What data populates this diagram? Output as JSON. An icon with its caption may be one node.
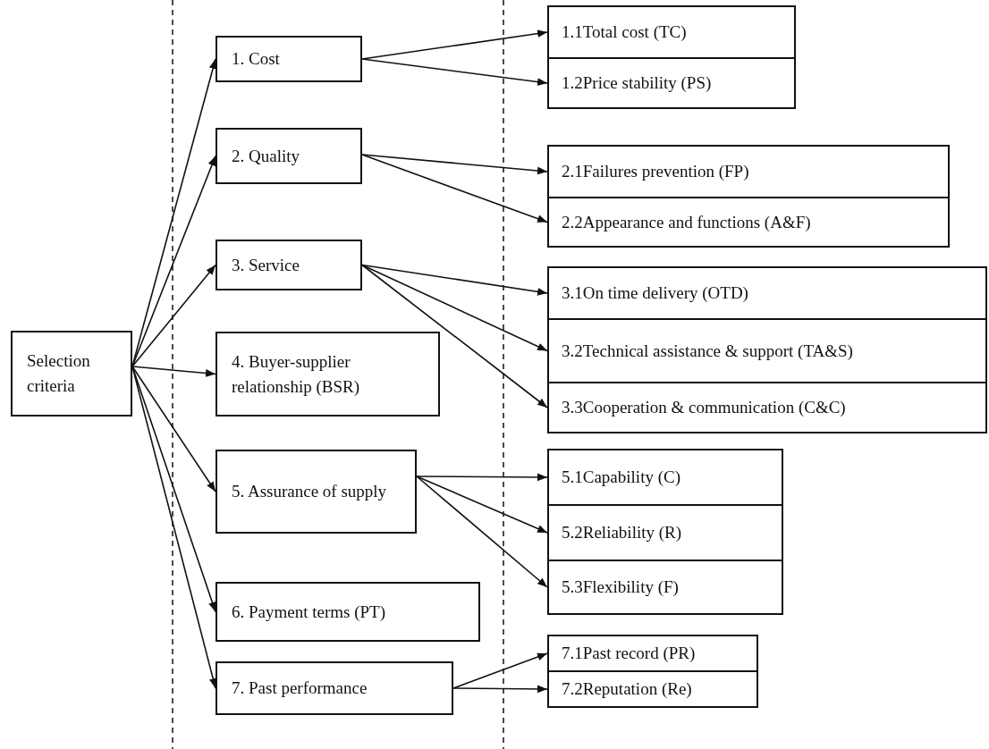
{
  "diagram": {
    "nodes": [
      {
        "text": [
          "Selection criteria"
        ]
      },
      {
        "text": [
          "1. Cost"
        ]
      },
      {
        "text": [
          "2. Quality"
        ]
      },
      {
        "text": [
          "3. Service"
        ]
      },
      {
        "text": [
          "4. Buyer-supplier relationship (BSR)"
        ]
      },
      {
        "text": [
          "5. Assurance of supply"
        ]
      },
      {
        "text": [
          "6. Payment terms (PT)"
        ]
      },
      {
        "text": [
          "7. Past performance"
        ]
      },
      {
        "text": [
          "1.1Total cost (TC)"
        ]
      },
      {
        "text": [
          "1.2Price stability (PS)"
        ]
      },
      {
        "text": [
          "2.1Failures prevention (FP)"
        ]
      },
      {
        "text": [
          "2.2Appearance and functions (A&F)"
        ]
      },
      {
        "text": [
          "3.1On time delivery (OTD)"
        ]
      },
      {
        "text": [
          "3.2Technical assistance & support (TA&S)"
        ]
      },
      {
        "text": [
          "3.3Cooperation & communication (C&C)"
        ]
      },
      {
        "text": [
          "5.1Capability (C)"
        ]
      },
      {
        "text": [
          "5.2Reliability (R)"
        ]
      },
      {
        "text": [
          "5.3Flexibility (F)"
        ]
      },
      {
        "text": [
          "7.1Past record (PR)"
        ]
      },
      {
        "text": [
          "7.2Reputation (Re)"
        ]
      }
    ],
    "edges": [
      {
        "from": 0,
        "to": 1,
        "arrow": "to"
      },
      {
        "from": 0,
        "to": 2,
        "arrow": "to"
      },
      {
        "from": 0,
        "to": 3,
        "arrow": "to"
      },
      {
        "from": 0,
        "to": 4,
        "arrow": "to"
      },
      {
        "from": 0,
        "to": 5,
        "arrow": "to"
      },
      {
        "from": 0,
        "to": 6,
        "arrow": "to"
      },
      {
        "from": 0,
        "to": 7,
        "arrow": "to"
      },
      {
        "from": 1,
        "to": 8,
        "arrow": "to"
      },
      {
        "from": 1,
        "to": 9,
        "arrow": "to"
      },
      {
        "from": 2,
        "to": 10,
        "arrow": "to"
      },
      {
        "from": 2,
        "to": 11,
        "arrow": "to"
      },
      {
        "from": 3,
        "to": 12,
        "arrow": "to"
      },
      {
        "from": 3,
        "to": 13,
        "arrow": "to"
      },
      {
        "from": 3,
        "to": 14,
        "arrow": "to"
      },
      {
        "from": 5,
        "to": 15,
        "arrow": "to"
      },
      {
        "from": 5,
        "to": 16,
        "arrow": "to"
      },
      {
        "from": 5,
        "to": 17,
        "arrow": "to"
      },
      {
        "from": 7,
        "to": 18,
        "arrow": "to"
      },
      {
        "from": 7,
        "to": 19,
        "arrow": "to"
      }
    ]
  }
}
